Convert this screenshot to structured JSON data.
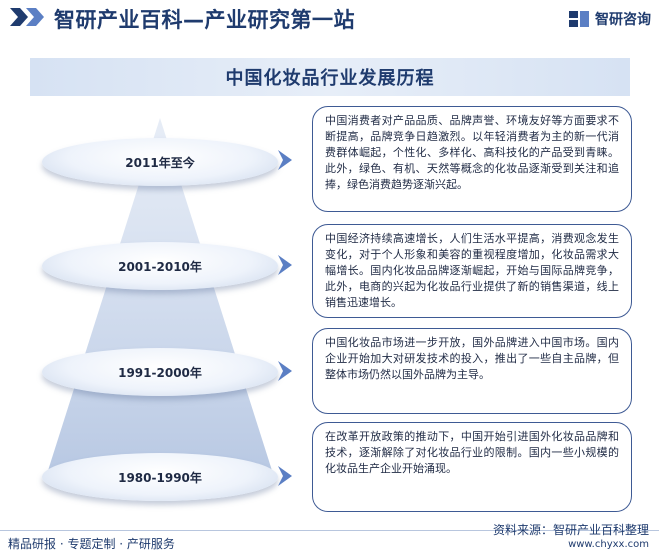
{
  "header": {
    "title": "智研产业百科—产业研究第一站",
    "brand_name": "智研咨询"
  },
  "chart_title": "中国化妆品行业发展历程",
  "timeline": [
    {
      "period": "2011年至今",
      "description": "中国消费者对产品品质、品牌声誉、环境友好等方面要求不断提高，品牌竞争日趋激烈。以年轻消费者为主的新一代消费群体崛起，个性化、多样化、高科技化的产品受到青睐。此外，绿色、有机、天然等概念的化妆品逐渐受到关注和追捧，绿色消费趋势逐渐兴起。"
    },
    {
      "period": "2001-2010年",
      "description": "中国经济持续高速增长，人们生活水平提高，消费观念发生变化，对于个人形象和美容的重视程度增加，化妆品需求大幅增长。国内化妆品品牌逐渐崛起，开始与国际品牌竞争，此外，电商的兴起为化妆品行业提供了新的销售渠道，线上销售迅速增长。"
    },
    {
      "period": "1991-2000年",
      "description": "中国化妆品市场进一步开放，国外品牌进入中国市场。国内企业开始加大对研发技术的投入，推出了一些自主品牌，但整体市场仍然以国外品牌为主导。"
    },
    {
      "period": "1980-1990年",
      "description": "在改革开放政策的推动下，中国开始引进国外化妆品品牌和技术，逐渐解除了对化妆品行业的限制。国内一些小规模的化妆品生产企业开始涌现。"
    }
  ],
  "footer": {
    "left_text": "精品研报 · 专题定制 · 产研服务",
    "source": "资料来源：智研产业百科整理",
    "url": "www.chyxx.com"
  },
  "colors": {
    "primary": "#1f3b6e",
    "box_border": "#3e5a94",
    "arrow": "#5b7fc4",
    "band": "#d6e2f3"
  }
}
